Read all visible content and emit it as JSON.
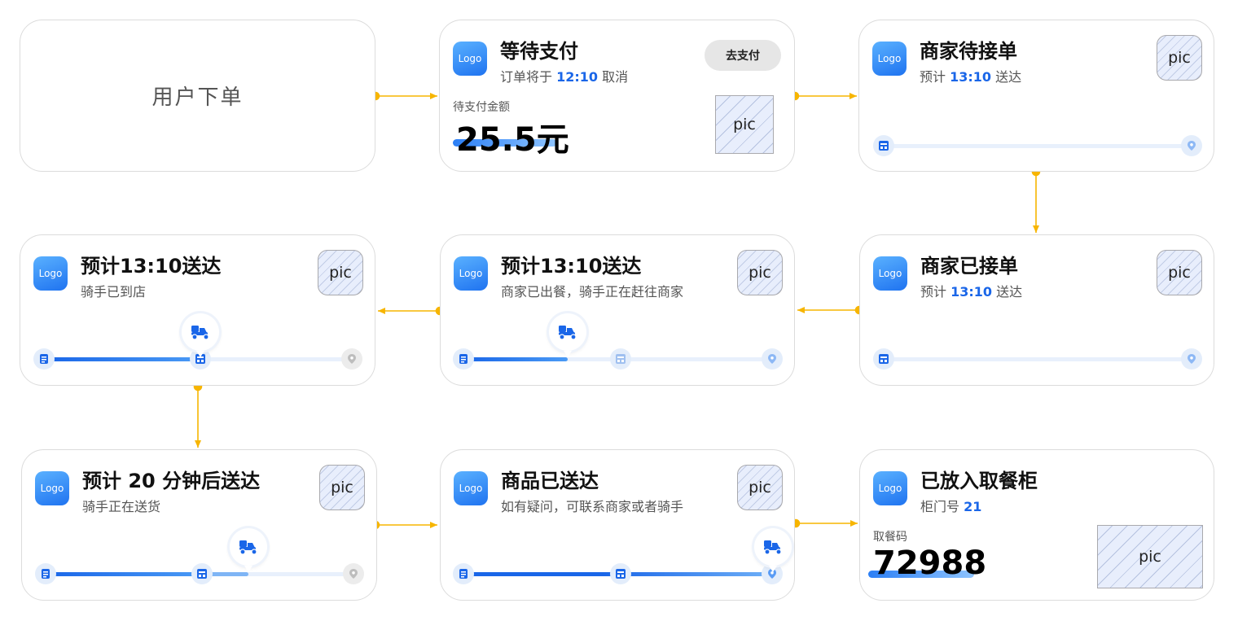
{
  "start_node": {
    "label": "用户下单"
  },
  "pic_label": "pic",
  "logo_label": "Logo",
  "colors": {
    "accent": "#1a66e8",
    "connector": "#f7b500",
    "track": "#e8f0fc"
  },
  "cards": {
    "awaiting_payment": {
      "title": "等待支付",
      "subtitle_prefix": "订单将于",
      "subtitle_time": "12:10",
      "subtitle_suffix": "取消",
      "pay_button": "去支付",
      "amount_label": "待支付金额",
      "amount_value": "25.5元"
    },
    "merchant_pending": {
      "title": "商家待接单",
      "subtitle_prefix": "预计",
      "subtitle_time": "13:10",
      "subtitle_suffix": "送达",
      "progress": 0
    },
    "merchant_accepted": {
      "title": "商家已接单",
      "subtitle_prefix": "预计",
      "subtitle_time": "13:10",
      "subtitle_suffix": "送达",
      "progress": 0
    },
    "rider_heading": {
      "title": "预计13:10送达",
      "subtitle": "商家已出餐，骑手正在赶往商家",
      "progress": 0.3
    },
    "rider_at_store": {
      "title": "预计13:10送达",
      "subtitle": "骑手已到店",
      "progress": 0.5
    },
    "rider_delivering": {
      "title": "预计 20 分钟后送达",
      "subtitle": "骑手正在送货",
      "progress": 0.66
    },
    "delivered": {
      "title": "商品已送达",
      "subtitle": "如有疑问，可联系商家或者骑手",
      "progress": 1
    },
    "locker": {
      "title": "已放入取餐柜",
      "subtitle_prefix": "柜门号",
      "door_number": "21",
      "code_label": "取餐码",
      "code_value": "72988"
    }
  }
}
